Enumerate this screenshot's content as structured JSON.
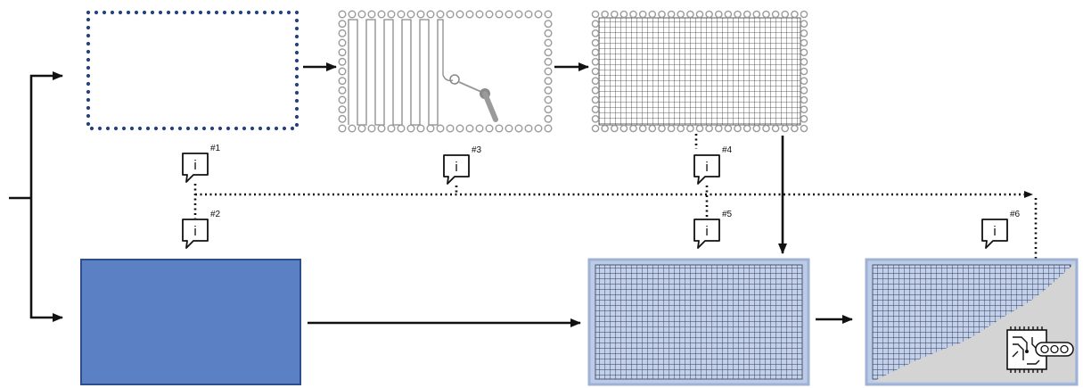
{
  "callouts": [
    {
      "label": "#1",
      "glyph": "i"
    },
    {
      "label": "#2",
      "glyph": "i"
    },
    {
      "label": "#3",
      "glyph": "i"
    },
    {
      "label": "#4",
      "glyph": "i"
    },
    {
      "label": "#5",
      "glyph": "i"
    },
    {
      "label": "#6",
      "glyph": "i"
    }
  ],
  "icons": {
    "callout": "info-callout-icon",
    "chip": "circuit-chip-icon"
  },
  "colors": {
    "primary_blue": "#5b80c4",
    "dot_navy": "#24427f",
    "panel_light_blue": "#bccbe6",
    "ring_grey": "#9a9a9a",
    "surface_grey": "#d4d4d4",
    "ink": "#111111"
  }
}
